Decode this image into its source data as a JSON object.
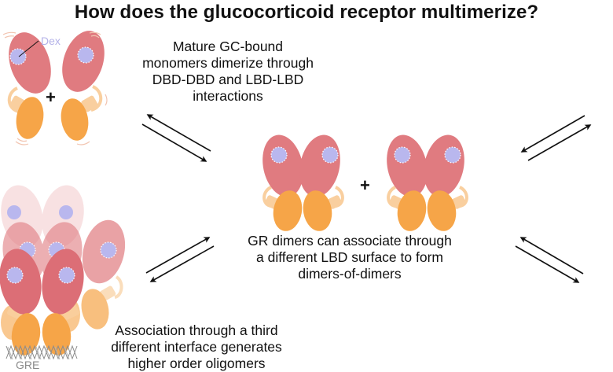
{
  "title": "How does the glucocorticoid receptor multimerize?",
  "captions": {
    "monomers": [
      "Mature GC-bound",
      "monomers dimerize through",
      "DBD-DBD and LBD-LBD",
      "interactions"
    ],
    "dimers": [
      "GR dimers can associate through",
      "a different LBD surface to form",
      "dimers-of-dimers"
    ],
    "oligomers": [
      "Association through a third",
      "different interface generates",
      "higher order oligomers"
    ]
  },
  "labels": {
    "ligand": "Dex",
    "dna": "GRE",
    "plus": "+"
  },
  "colors": {
    "lbd": "#e07b80",
    "dbd": "#f6a548",
    "hinge": "#f9cf9f",
    "ligand": "#b9b7ee",
    "ligand_label": "#b4b2e8",
    "arrow": "#111111",
    "dna": "#888888"
  },
  "equilibria": [
    {
      "name": "monomer-dimer",
      "direction": "forward-down-right"
    },
    {
      "name": "dimer-tetramer",
      "direction": "forward-up-right"
    },
    {
      "name": "dimer-oligomer",
      "direction": "reverse-down-left"
    },
    {
      "name": "right-edge-pair",
      "direction": "up-right"
    }
  ]
}
